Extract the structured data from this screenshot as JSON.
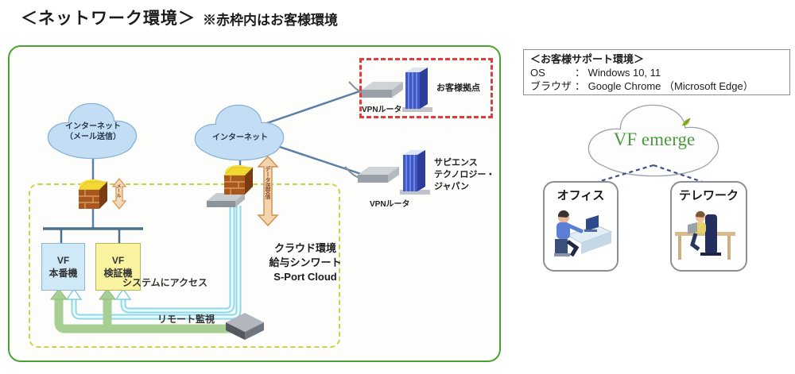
{
  "page": {
    "title": "＜ネットワーク環境＞",
    "note": "※赤枠内はお客様環境"
  },
  "network": {
    "cloud_mail_line1": "インターネット",
    "cloud_mail_line2": "（メール送信）",
    "cloud_internet": "インターネット",
    "mail_arrow_label": "メール",
    "data_arrow_label": "データ送受信",
    "customer_site_label": "お客様拠点",
    "vpn_router_top_label": "VPNルータ",
    "vpn_router_bottom_label": "VPNルータ",
    "company_line1": "サピエンス",
    "company_line2": "テクノロジー・",
    "company_line3": "ジャパン",
    "vf_prod_line1": "VF",
    "vf_prod_line2": "本番機",
    "vf_test_line1": "VF",
    "vf_test_line2": "検証機",
    "cloud_env_line1": "クラウド環境",
    "cloud_env_line2": "給与シンワート",
    "cloud_env_line3": "S-Port Cloud",
    "access_label": "システムにアクセス",
    "remote_label": "リモート監視"
  },
  "support": {
    "heading": "＜お客様サポート環境＞",
    "rows": [
      {
        "label": "OS",
        "value": "： Windows 10, 11"
      },
      {
        "label": "ブラウザ",
        "value": "： Google Chrome （Microsoft Edge）"
      }
    ],
    "cloud_label": "VF emerge",
    "office_label": "オフィス",
    "telework_label": "テレワーク"
  },
  "colors": {
    "frame_green": "#4aa233",
    "customer_red": "#e23b3e",
    "env_dashed_yellow_green": "#c9d44b",
    "cloud_blue": "#c3def4",
    "access_cyan": "#9fdde9",
    "remote_green": "#a8cf93",
    "emerge_green": "#4a9b3d"
  }
}
